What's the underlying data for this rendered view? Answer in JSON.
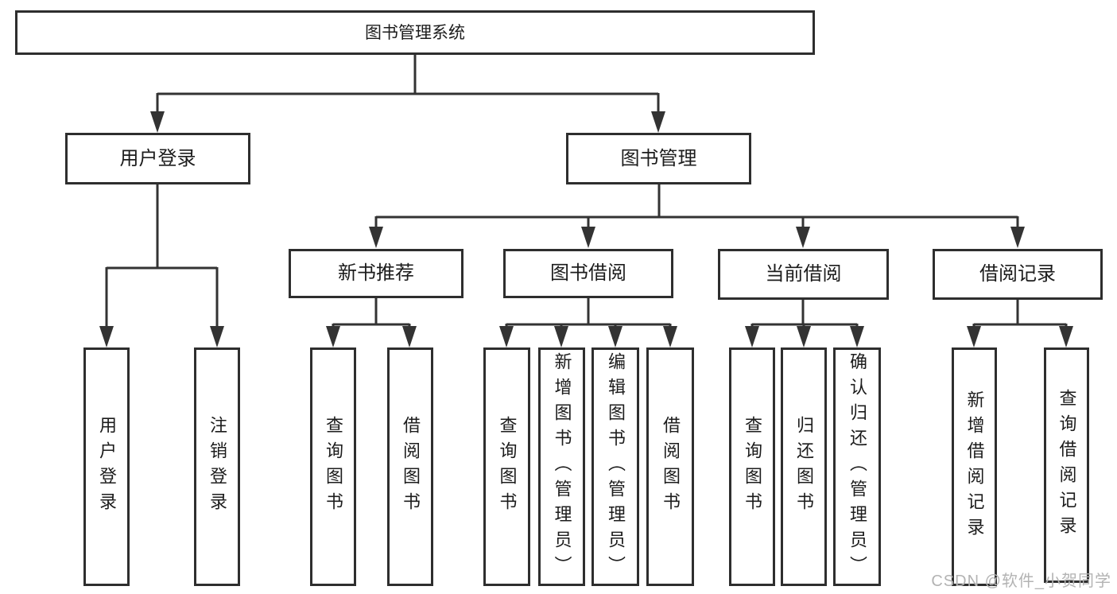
{
  "diagram_title": "图书管理系统",
  "tree": {
    "label": "图书管理系统",
    "children": [
      {
        "label": "用户登录",
        "children": [
          {
            "label": "用户登录"
          },
          {
            "label": "注销登录"
          }
        ]
      },
      {
        "label": "图书管理",
        "children": [
          {
            "label": "新书推荐",
            "children": [
              {
                "label": "查询图书"
              },
              {
                "label": "借阅图书"
              }
            ]
          },
          {
            "label": "图书借阅",
            "children": [
              {
                "label": "查询图书"
              },
              {
                "label": "新增图书（管理员）"
              },
              {
                "label": "编辑图书（管理员）"
              },
              {
                "label": "借阅图书"
              }
            ]
          },
          {
            "label": "当前借阅",
            "children": [
              {
                "label": "查询图书"
              },
              {
                "label": "归还图书"
              },
              {
                "label": "确认归还（管理员）"
              }
            ]
          },
          {
            "label": "借阅记录",
            "children": [
              {
                "label": "新增借阅记录"
              },
              {
                "label": "查询借阅记录"
              }
            ]
          }
        ]
      }
    ]
  },
  "watermark": "CSDN @软件_小贺同学",
  "colors": {
    "line": "#333333",
    "box_border": "#2e2e2e",
    "text": "#1c1c1c",
    "background": "#ffffff",
    "watermark": "#b3b3b3"
  }
}
